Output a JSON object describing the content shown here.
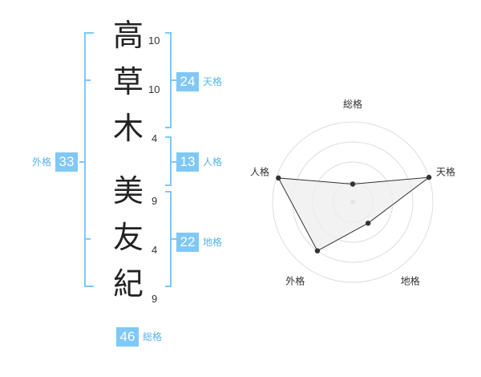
{
  "name": {
    "chars": [
      {
        "char": "高",
        "strokes": "10"
      },
      {
        "char": "草",
        "strokes": "10"
      },
      {
        "char": "木",
        "strokes": "4"
      },
      {
        "char": "美",
        "strokes": "9"
      },
      {
        "char": "友",
        "strokes": "4"
      },
      {
        "char": "紀",
        "strokes": "9"
      }
    ]
  },
  "fortune": {
    "tenkaku": {
      "label": "天格",
      "value": "24"
    },
    "jinkaku": {
      "label": "人格",
      "value": "13"
    },
    "chikaku": {
      "label": "地格",
      "value": "22"
    },
    "gaikaku": {
      "label": "外格",
      "value": "33"
    },
    "soukaku": {
      "label": "総格",
      "value": "46"
    }
  },
  "colors": {
    "accent": "#7fc8f8",
    "accent_text": "#55b3ee",
    "radar_fill": "#eeeeee",
    "radar_line": "#333333"
  },
  "chart_data": {
    "type": "radar",
    "axes": [
      "総格",
      "天格",
      "地格",
      "外格",
      "人格"
    ],
    "levels": 4,
    "max": 4,
    "values": [
      0.9,
      4.0,
      1.3,
      3.0,
      3.9
    ]
  }
}
